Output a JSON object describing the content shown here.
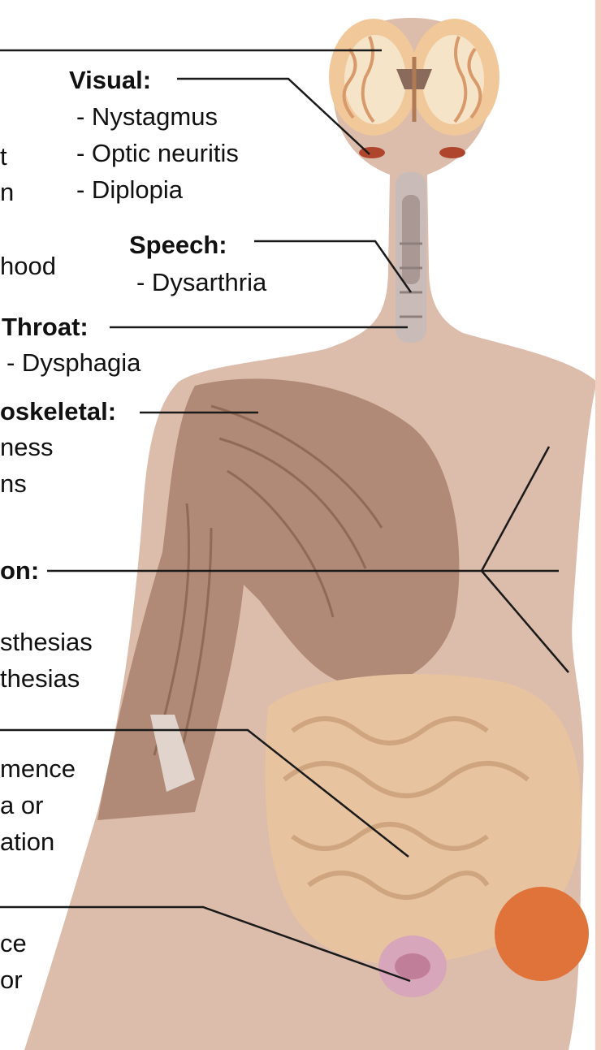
{
  "colors": {
    "skin": "#dcbcaa",
    "brain_outer": "#f0c89a",
    "brain_inner": "#f6e4c8",
    "muscle": "#b08a76",
    "muscle_dark": "#8f6a58",
    "intestine": "#e7c3a0",
    "intestine_dark": "#cfa57f",
    "bladder": "#d8a6ba",
    "accent_circle": "#e0733a",
    "right_band": "#f3cdbf",
    "leader_line": "#1a1a1a"
  },
  "labels": {
    "visual": {
      "title": "Visual:",
      "items": [
        "- Nystagmus",
        "- Optic neuritis",
        "- Diplopia"
      ]
    },
    "speech": {
      "title": "Speech:",
      "items": [
        "- Dysarthria"
      ]
    },
    "throat": {
      "title": "Throat:",
      "items": [
        "- Dysphagia"
      ]
    },
    "musculoskeletal": {
      "title_fragment": "oskeletal:",
      "fragments": [
        "ness",
        "ns"
      ]
    },
    "sensation": {
      "title_fragment": "on:",
      "fragments": [
        "sthesias",
        "thesias"
      ]
    },
    "left_edge_fragments": [
      "t",
      "n",
      "hood"
    ],
    "bowel_fragments": [
      "mence",
      "a or",
      "ation"
    ],
    "urinary_fragments": [
      "ce",
      "or"
    ]
  }
}
